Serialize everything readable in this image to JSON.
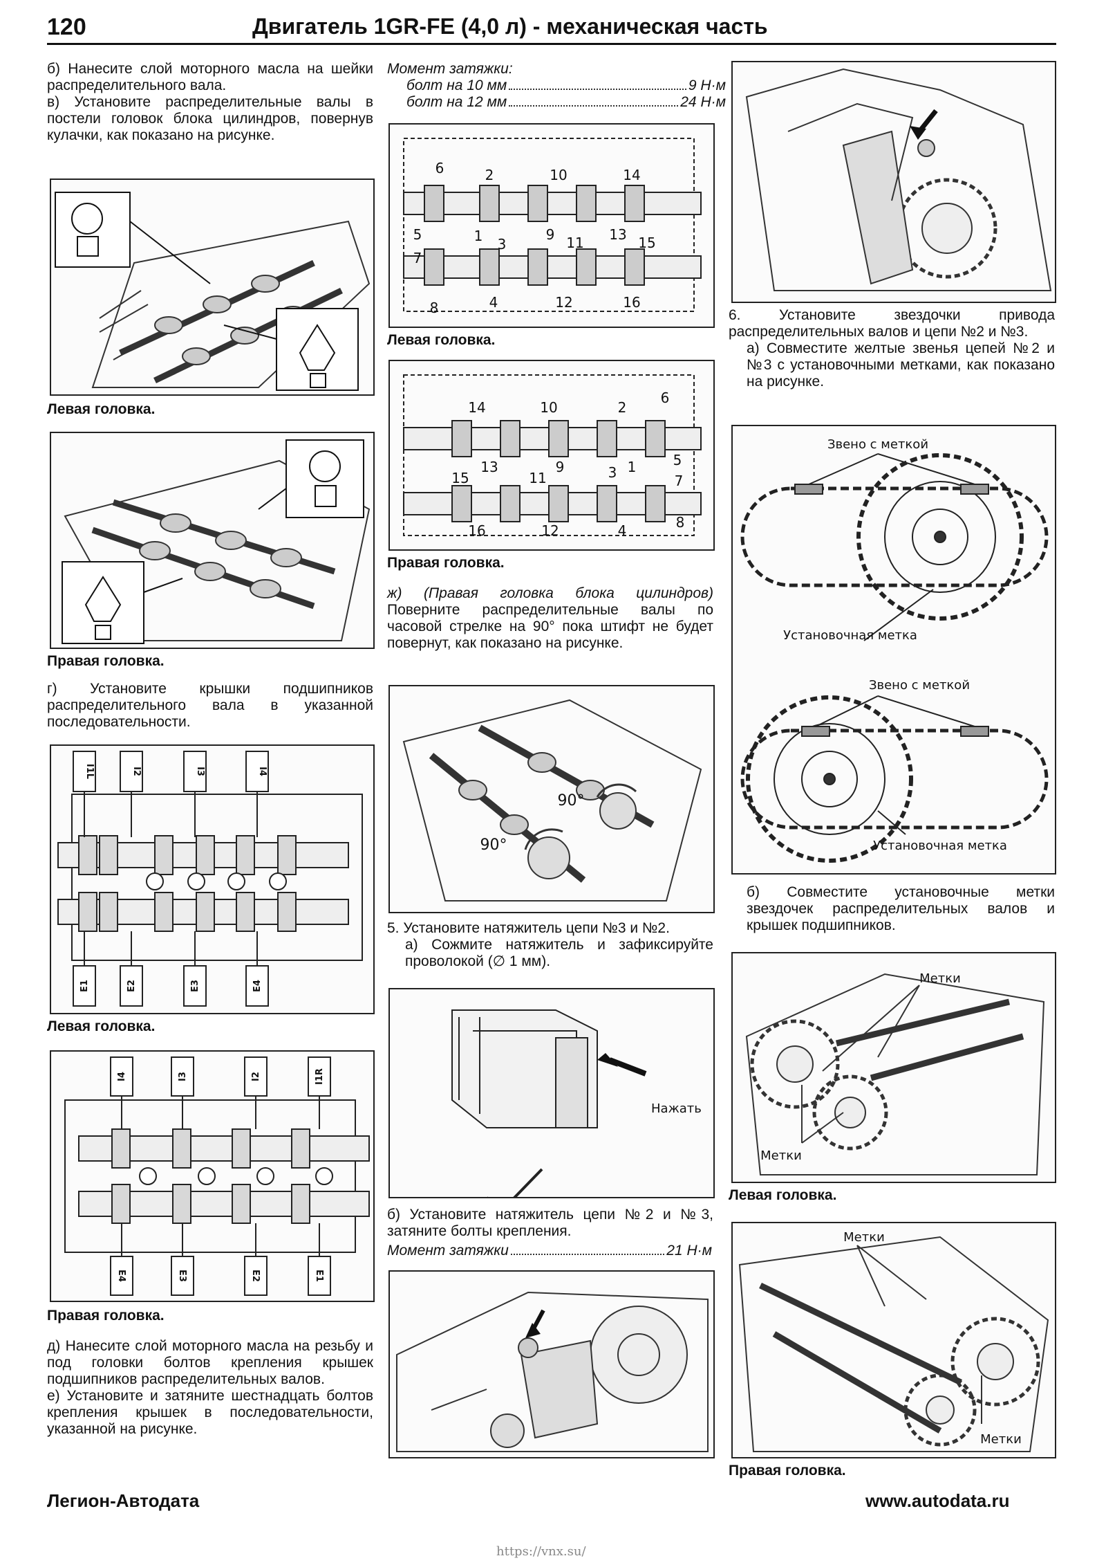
{
  "header": {
    "page_number": "120",
    "title": "Двигатель 1GR-FE (4,0 л) - механическая часть"
  },
  "col1": {
    "para_b": "б) Нанесите слой моторного масла на шейки распределительного вала.",
    "para_v": "в) Установите распределительные валы в постели головок блока цилиндров, повернув кулачки, как показано на рисунке.",
    "cap_fig1": "Левая головка.",
    "cap_fig2": "Правая головка.",
    "para_g": "г) Установите крышки подшипников распределительного вала в указанной последовательности.",
    "cap_fig3": "Левая головка.",
    "cap_fig4": "Правая головка.",
    "para_d": "д) Нанесите слой моторного масла на резьбу и под головки болтов крепления крышек подшипников распределительных валов.",
    "para_e": "е) Установите и затяните шестнадцать болтов крепления крышек в последовательности, указанной на рисунке.",
    "fig3_top_labels": [
      "I1L",
      "I2",
      "I3",
      "I4"
    ],
    "fig3_bottom_labels": [
      "E1",
      "E2",
      "E3",
      "E4"
    ],
    "fig4_top_labels": [
      "I4",
      "I3",
      "I2",
      "I1R"
    ],
    "fig4_bottom_labels": [
      "E4",
      "E3",
      "E2",
      "E1"
    ]
  },
  "col2": {
    "torque1_title": "Момент затяжки:",
    "torque1_rows": [
      {
        "label": "болт на 10 мм",
        "value": "9 Н·м"
      },
      {
        "label": "болт на 12 мм",
        "value": "24 Н·м"
      }
    ],
    "fig5_numbers": [
      "6",
      "2",
      "10",
      "14",
      "5",
      "1",
      "3",
      "9",
      "11",
      "13",
      "15",
      "7",
      "8",
      "4",
      "12",
      "16"
    ],
    "cap_fig5": "Левая головка.",
    "fig6_numbers": [
      "14",
      "10",
      "2",
      "6",
      "13",
      "9",
      "3",
      "1",
      "5",
      "15",
      "11",
      "7",
      "16",
      "12",
      "4",
      "8"
    ],
    "cap_fig6": "Правая головка.",
    "para_zh_italic": "ж) (Правая головка блока цилиндров)",
    "para_zh_rest": "Поверните распределительные валы по часовой стрелке на 90° пока штифт не будет повернут, как показано на рисунке.",
    "fig7_angle_a": "90°",
    "fig7_angle_b": "90°",
    "step5_title": "5. Установите натяжитель цепи №3 и №2.",
    "step5_a": "а) Сожмите натяжитель и зафиксируйте проволокой (∅ 1 мм).",
    "fig8_label": "Нажать",
    "step5_b": "б) Установите натяжитель цепи №2 и №3, затяните болты крепления.",
    "torque2_label": "Момент затяжки",
    "torque2_value": "21 Н·м"
  },
  "col3": {
    "step6": "6. Установите звездочки привода распределительных валов и цепи №2 и №3.",
    "step6_a": "а) Совместите желтые звенья цепей №2 и №3 с установочными метками, как показано на рисунке.",
    "fig10_link_top": "Звено с меткой",
    "fig10_mark_top": "Установочная метка",
    "fig10_link_bottom": "Звено с меткой",
    "fig10_mark_bottom": "Установочная метка",
    "step6_b": "б) Совместите установочные метки звездочек распределительных валов и крышек подшипников.",
    "fig11_marks_top": "Метки",
    "fig11_marks_bottom": "Метки",
    "cap_fig11": "Левая головка.",
    "fig12_marks_top": "Метки",
    "fig12_marks_bottom": "Метки",
    "cap_fig12": "Правая головка."
  },
  "footer": {
    "publisher": "Легион-Автодата",
    "website": "www.autodata.ru",
    "watermark": "https://vnx.su/"
  }
}
